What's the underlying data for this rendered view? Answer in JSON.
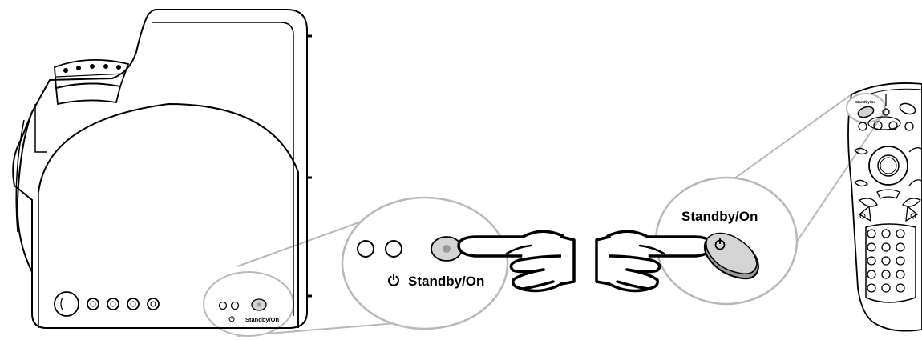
{
  "projector": {
    "power_glyph": "⏻",
    "standby_label": "Standby/On"
  },
  "zoom_projector": {
    "power_glyph": "⏻",
    "standby_label": "Standby/On"
  },
  "zoom_remote": {
    "standby_label": "Standby/On"
  },
  "remote": {
    "standby_label": "Standby/On"
  },
  "colors": {
    "outline": "#000000",
    "callout": "#b8b8b8",
    "button_fill": "#d4d4d4",
    "button_dark": "#9a9a9a"
  }
}
